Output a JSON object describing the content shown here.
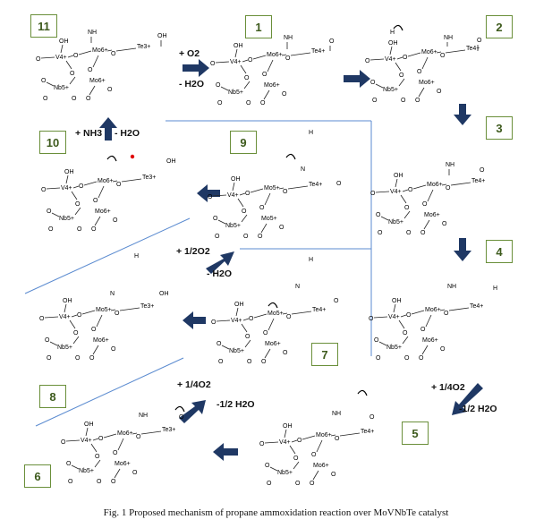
{
  "caption": "Fig. 1 Proposed mechanism of propane ammoxidation reaction over MoVNbTe catalyst",
  "steps": [
    "1",
    "2",
    "3",
    "4",
    "5",
    "6",
    "7",
    "8",
    "9",
    "10",
    "11"
  ],
  "atoms": {
    "v": "V4+",
    "mo6": "Mo6+",
    "mo5": "Mo5+",
    "te4": "Te4+",
    "te3": "Te3+",
    "nb": "Nb5+",
    "o": "O",
    "oh": "OH",
    "nh": "NH",
    "n": "N",
    "h": "H"
  },
  "reagents": {
    "step11_to_1": [
      "+ O2",
      "- H2O"
    ],
    "step10_to_11": [
      "+ NH3",
      "- H2O"
    ],
    "step9_to_8": [
      "+ 1/2O2",
      "- H2O"
    ],
    "step4_to_5": [
      "+ 1/4O2",
      "-1/2 H2O"
    ],
    "step6_to_8": [
      "+ 1/4O2",
      "-1/2 H2O"
    ]
  },
  "colors": {
    "box_border": "#6a8f3a",
    "box_text": "#3d5a1c",
    "arrow": "#1f3864",
    "divider": "#5b8bd0",
    "radical_dot": "#e00000"
  }
}
